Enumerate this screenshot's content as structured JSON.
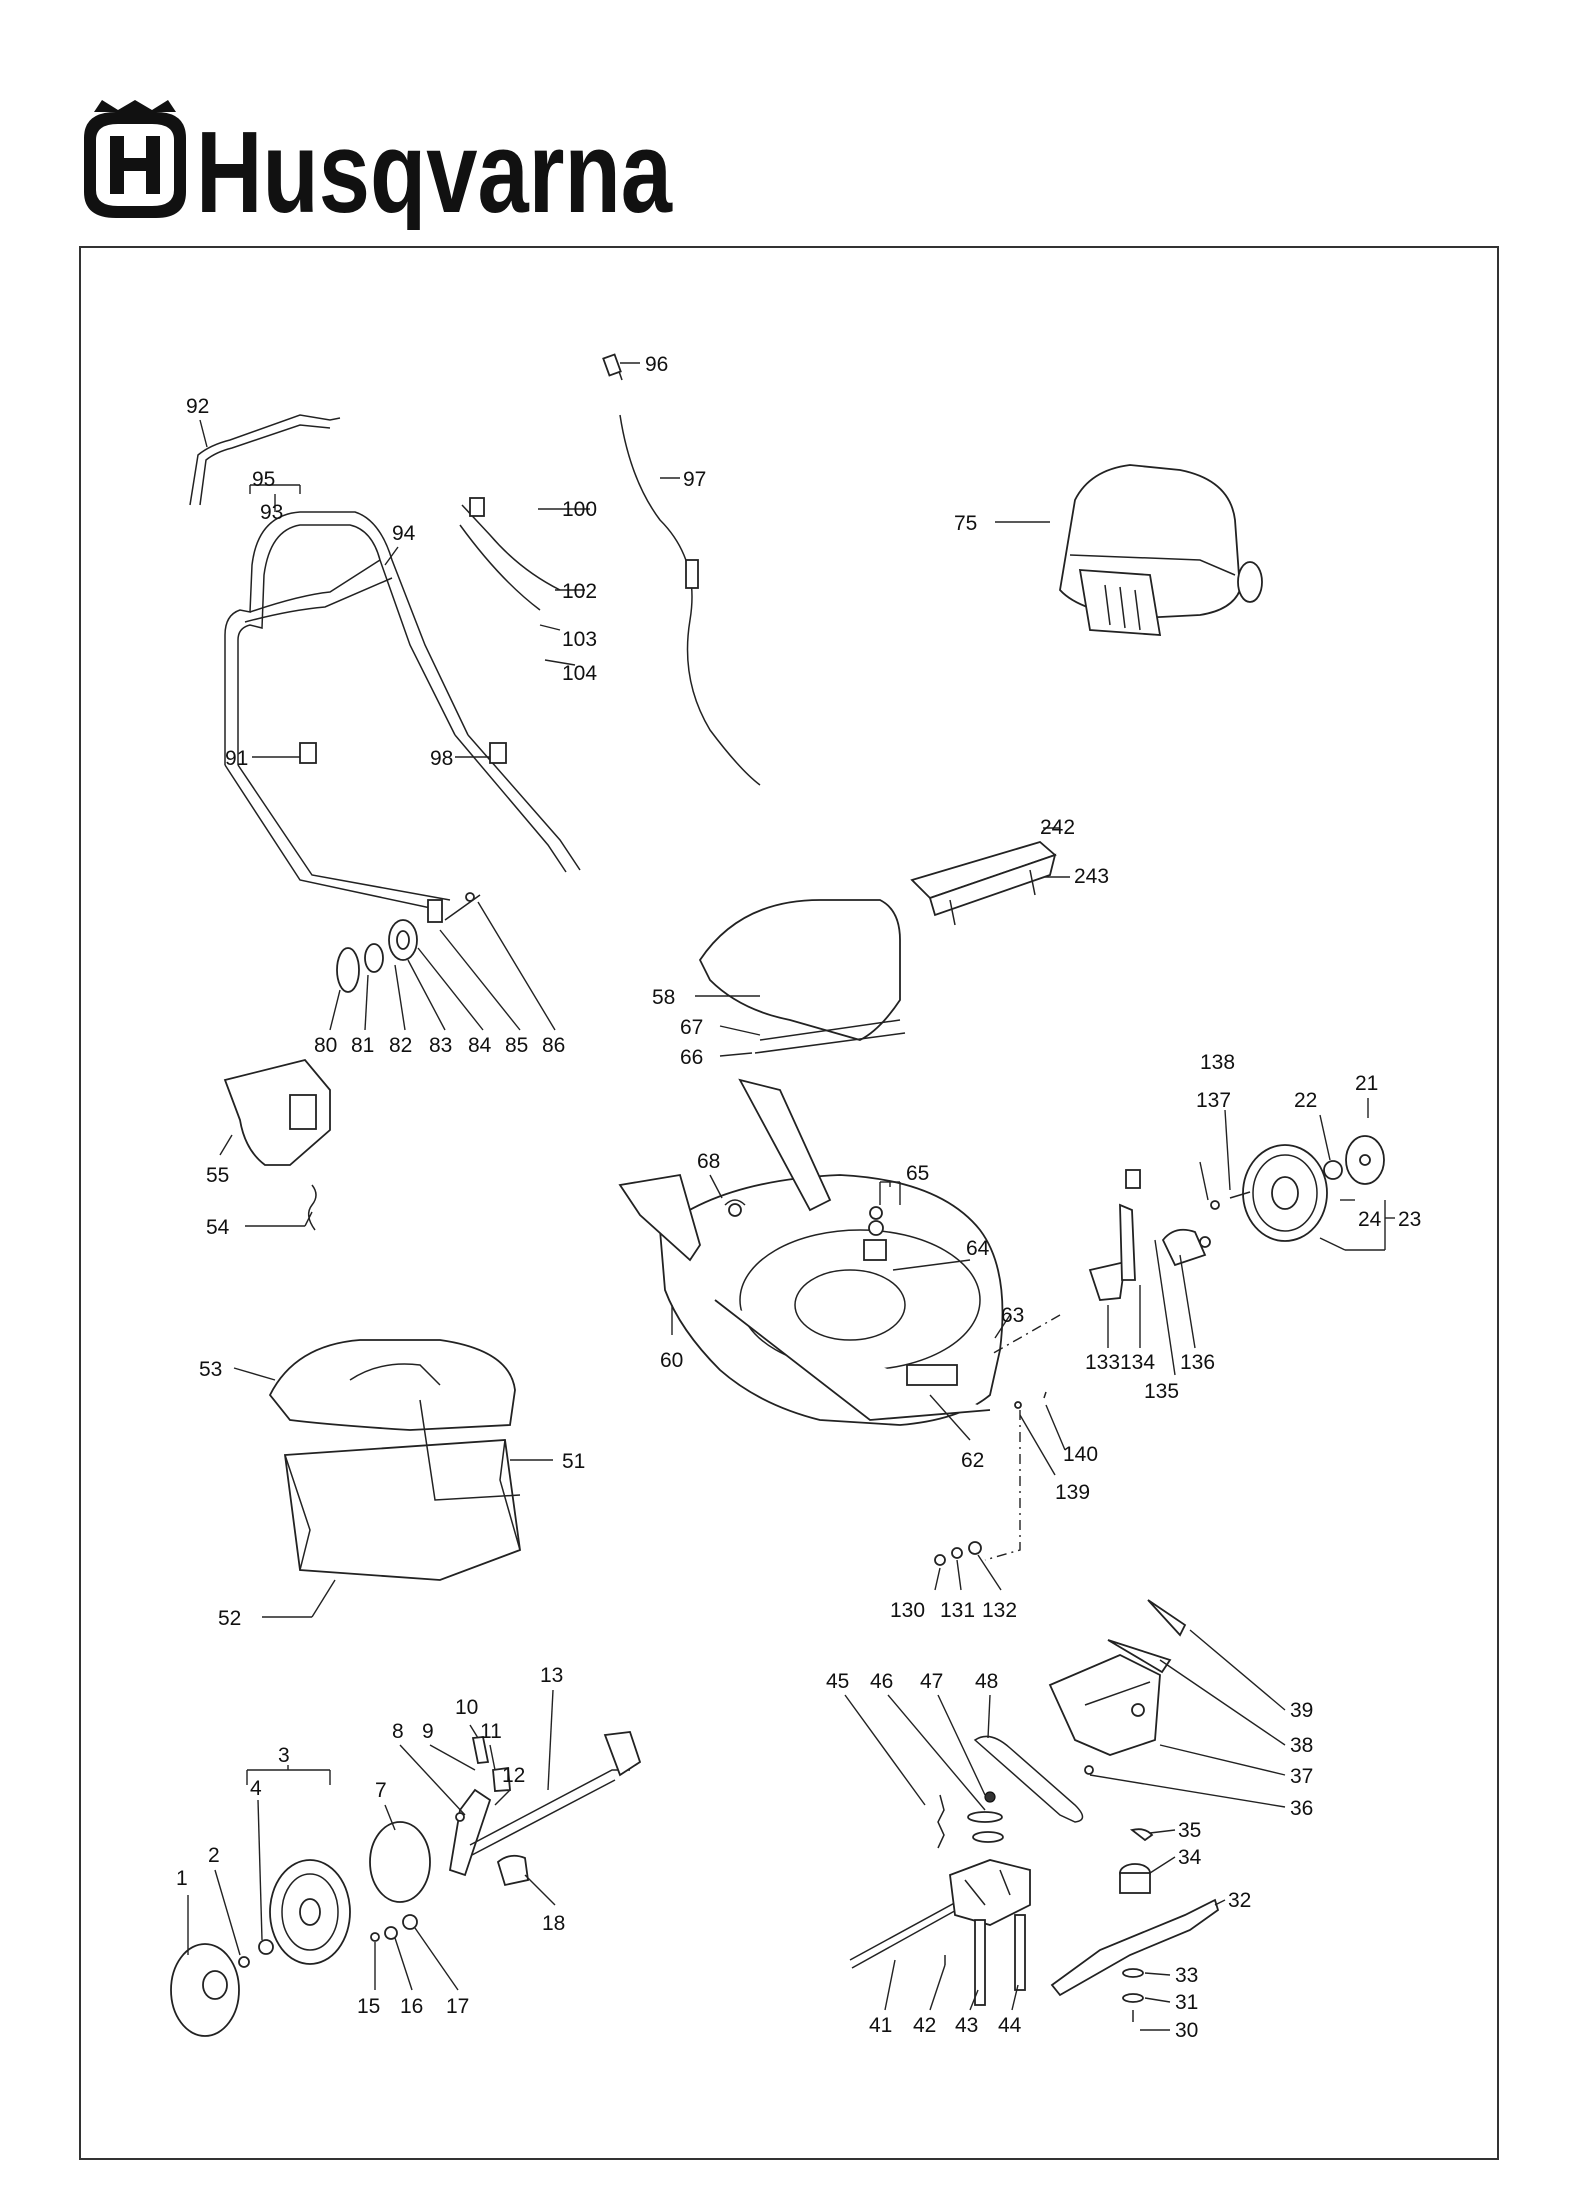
{
  "brand": {
    "name": "Husqvarna"
  },
  "parts": [
    {
      "id": "p1",
      "num": "1"
    },
    {
      "id": "p2",
      "num": "2"
    },
    {
      "id": "p3",
      "num": "3"
    },
    {
      "id": "p4",
      "num": "4"
    },
    {
      "id": "p7",
      "num": "7"
    },
    {
      "id": "p8",
      "num": "8"
    },
    {
      "id": "p9",
      "num": "9"
    },
    {
      "id": "p10",
      "num": "10"
    },
    {
      "id": "p11",
      "num": "11"
    },
    {
      "id": "p12",
      "num": "12"
    },
    {
      "id": "p13",
      "num": "13"
    },
    {
      "id": "p15",
      "num": "15"
    },
    {
      "id": "p16",
      "num": "16"
    },
    {
      "id": "p17",
      "num": "17"
    },
    {
      "id": "p18",
      "num": "18"
    },
    {
      "id": "p21",
      "num": "21"
    },
    {
      "id": "p22",
      "num": "22"
    },
    {
      "id": "p23",
      "num": "23"
    },
    {
      "id": "p24",
      "num": "24"
    },
    {
      "id": "p30",
      "num": "30"
    },
    {
      "id": "p31",
      "num": "31"
    },
    {
      "id": "p32",
      "num": "32"
    },
    {
      "id": "p33",
      "num": "33"
    },
    {
      "id": "p34",
      "num": "34"
    },
    {
      "id": "p35",
      "num": "35"
    },
    {
      "id": "p36",
      "num": "36"
    },
    {
      "id": "p37",
      "num": "37"
    },
    {
      "id": "p38",
      "num": "38"
    },
    {
      "id": "p39",
      "num": "39"
    },
    {
      "id": "p41",
      "num": "41"
    },
    {
      "id": "p42",
      "num": "42"
    },
    {
      "id": "p43",
      "num": "43"
    },
    {
      "id": "p44",
      "num": "44"
    },
    {
      "id": "p45",
      "num": "45"
    },
    {
      "id": "p46",
      "num": "46"
    },
    {
      "id": "p47",
      "num": "47"
    },
    {
      "id": "p48",
      "num": "48"
    },
    {
      "id": "p51",
      "num": "51"
    },
    {
      "id": "p52",
      "num": "52"
    },
    {
      "id": "p53",
      "num": "53"
    },
    {
      "id": "p54",
      "num": "54"
    },
    {
      "id": "p55",
      "num": "55"
    },
    {
      "id": "p58",
      "num": "58"
    },
    {
      "id": "p60",
      "num": "60"
    },
    {
      "id": "p62",
      "num": "62"
    },
    {
      "id": "p63",
      "num": "63"
    },
    {
      "id": "p64",
      "num": "64"
    },
    {
      "id": "p65",
      "num": "65"
    },
    {
      "id": "p66",
      "num": "66"
    },
    {
      "id": "p67",
      "num": "67"
    },
    {
      "id": "p68",
      "num": "68"
    },
    {
      "id": "p75",
      "num": "75"
    },
    {
      "id": "p80",
      "num": "80"
    },
    {
      "id": "p81",
      "num": "81"
    },
    {
      "id": "p82",
      "num": "82"
    },
    {
      "id": "p83",
      "num": "83"
    },
    {
      "id": "p84",
      "num": "84"
    },
    {
      "id": "p85",
      "num": "85"
    },
    {
      "id": "p86",
      "num": "86"
    },
    {
      "id": "p91",
      "num": "91"
    },
    {
      "id": "p92",
      "num": "92"
    },
    {
      "id": "p93",
      "num": "93"
    },
    {
      "id": "p94",
      "num": "94"
    },
    {
      "id": "p95",
      "num": "95"
    },
    {
      "id": "p96",
      "num": "96"
    },
    {
      "id": "p97",
      "num": "97"
    },
    {
      "id": "p98",
      "num": "98"
    },
    {
      "id": "p100",
      "num": "100"
    },
    {
      "id": "p102",
      "num": "102"
    },
    {
      "id": "p103",
      "num": "103"
    },
    {
      "id": "p104",
      "num": "104"
    },
    {
      "id": "p130",
      "num": "130"
    },
    {
      "id": "p131",
      "num": "131"
    },
    {
      "id": "p132",
      "num": "132"
    },
    {
      "id": "p133",
      "num": "133"
    },
    {
      "id": "p134",
      "num": "134"
    },
    {
      "id": "p135",
      "num": "135"
    },
    {
      "id": "p136",
      "num": "136"
    },
    {
      "id": "p137",
      "num": "137"
    },
    {
      "id": "p138",
      "num": "138"
    },
    {
      "id": "p139",
      "num": "139"
    },
    {
      "id": "p140",
      "num": "140"
    },
    {
      "id": "p242",
      "num": "242"
    },
    {
      "id": "p243",
      "num": "243"
    }
  ]
}
